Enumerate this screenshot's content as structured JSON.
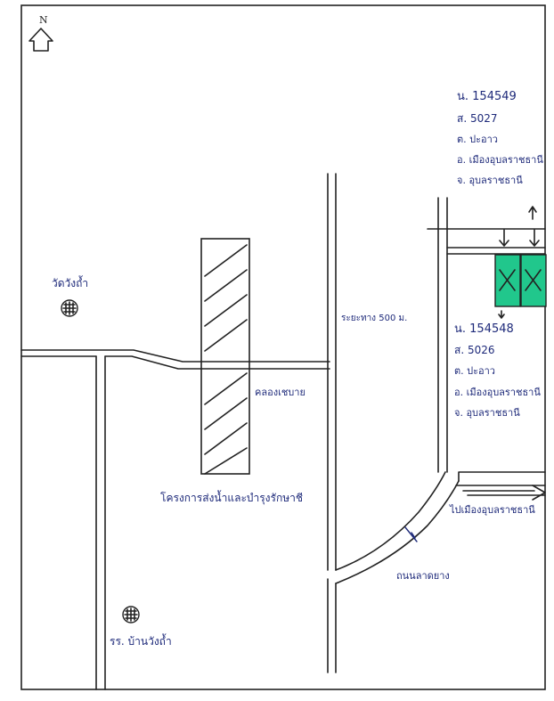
{
  "north_label": "N",
  "temple_label": "วัดวังถ้ำ",
  "school_label": "รร. บ้านวังถ้ำ",
  "canal_label": "คลองเชบาย",
  "project_label": "โครงการส่งน้ำและบำรุงรักษาชี",
  "distance_label": "ระยะทาง 500 ม.",
  "paved_road_label": "ถนนลาดยาง",
  "to_city_label": "ไปเมืองอุบลราชธานี",
  "parcel_1": {
    "line1": "น. 154549",
    "line2": "ส. 5027",
    "line3": "ต. ปะอาว",
    "line4": "อ. เมืองอุบลราชธานี",
    "line5": "จ. อุบลราชธานี"
  },
  "parcel_2": {
    "line1": "น. 154548",
    "line2": "ส. 5026",
    "line3": "ต. ปะอาว",
    "line4": "อ. เมืองอุบลราชธานี",
    "line5": "จ. อุบลราชธานี"
  },
  "colors": {
    "plot_fill": "#21c78c",
    "ink": "#1e2a7a",
    "line": "#222222"
  }
}
